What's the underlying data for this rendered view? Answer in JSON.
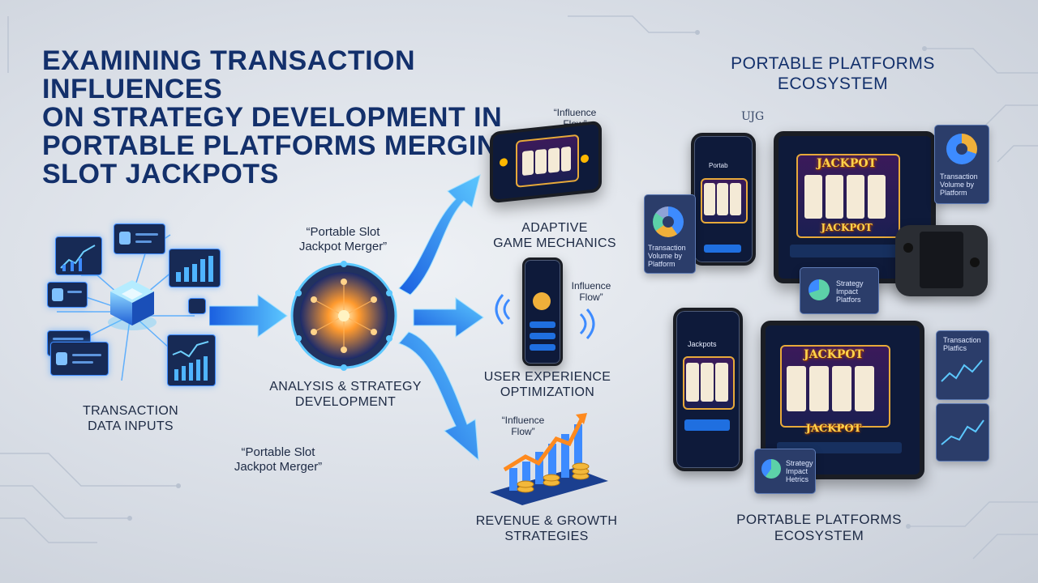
{
  "title": {
    "lines": [
      "EXAMINING TRANSACTION INFLUENCES",
      "ON STRATEGY DEVELOPMENT IN",
      "PORTABLE PLATFORMS MERGING",
      "SLOT JACKPOTS"
    ]
  },
  "flow": {
    "inputs_label": [
      "TRANSACTION",
      "DATA INPUTS"
    ],
    "hub_quote": [
      "“Portable Slot",
      "Jackpot Merger”"
    ],
    "hub_label": [
      "ANALYSIS & STRATEGY",
      "DEVELOPMENT"
    ],
    "lower_quote": [
      "“Portable Slot",
      "Jackpot Merger”"
    ],
    "outputs": [
      {
        "quote": [
          "“Influence",
          "Flow”"
        ],
        "label": [
          "ADAPTIVE",
          "GAME MECHANICS"
        ]
      },
      {
        "quote": [
          "Influence",
          "Flow”"
        ],
        "label": [
          "USER EXPERIENCE",
          "OPTIMIZATION"
        ]
      },
      {
        "quote": [
          "“Influence",
          "Flow”"
        ],
        "label": [
          "REVENUE & GROWTH",
          "STRATEGIES"
        ]
      }
    ]
  },
  "ecosystem": {
    "title": [
      "PORTABLE PLATFORMS",
      "ECOSYSTEM"
    ],
    "bottom_title": [
      "PORTABLE PLATFORMS",
      "ECOSYSTEM"
    ],
    "logo": "UJG",
    "cards": [
      {
        "text": [
          "Transaction",
          "Volume by",
          "Platform"
        ]
      },
      {
        "text": [
          "Transaction",
          "Volume by",
          "Platform"
        ]
      },
      {
        "text": [
          "Strategy",
          "Impact",
          "Platfors"
        ]
      },
      {
        "text": [
          "Transaction",
          "Platfics"
        ]
      },
      {
        "text": [
          "Strategy",
          "Impact",
          "Hetrics"
        ]
      }
    ],
    "screens": {
      "jackpot": "JACKPOT",
      "phone_header_1": "Portab",
      "phone_header_2": "Jackpots"
    }
  },
  "colors": {
    "title": "#13306b",
    "arrow": "#2f8bff",
    "glow": "#5cc8ff",
    "hub_core": "#ff9a2e"
  }
}
